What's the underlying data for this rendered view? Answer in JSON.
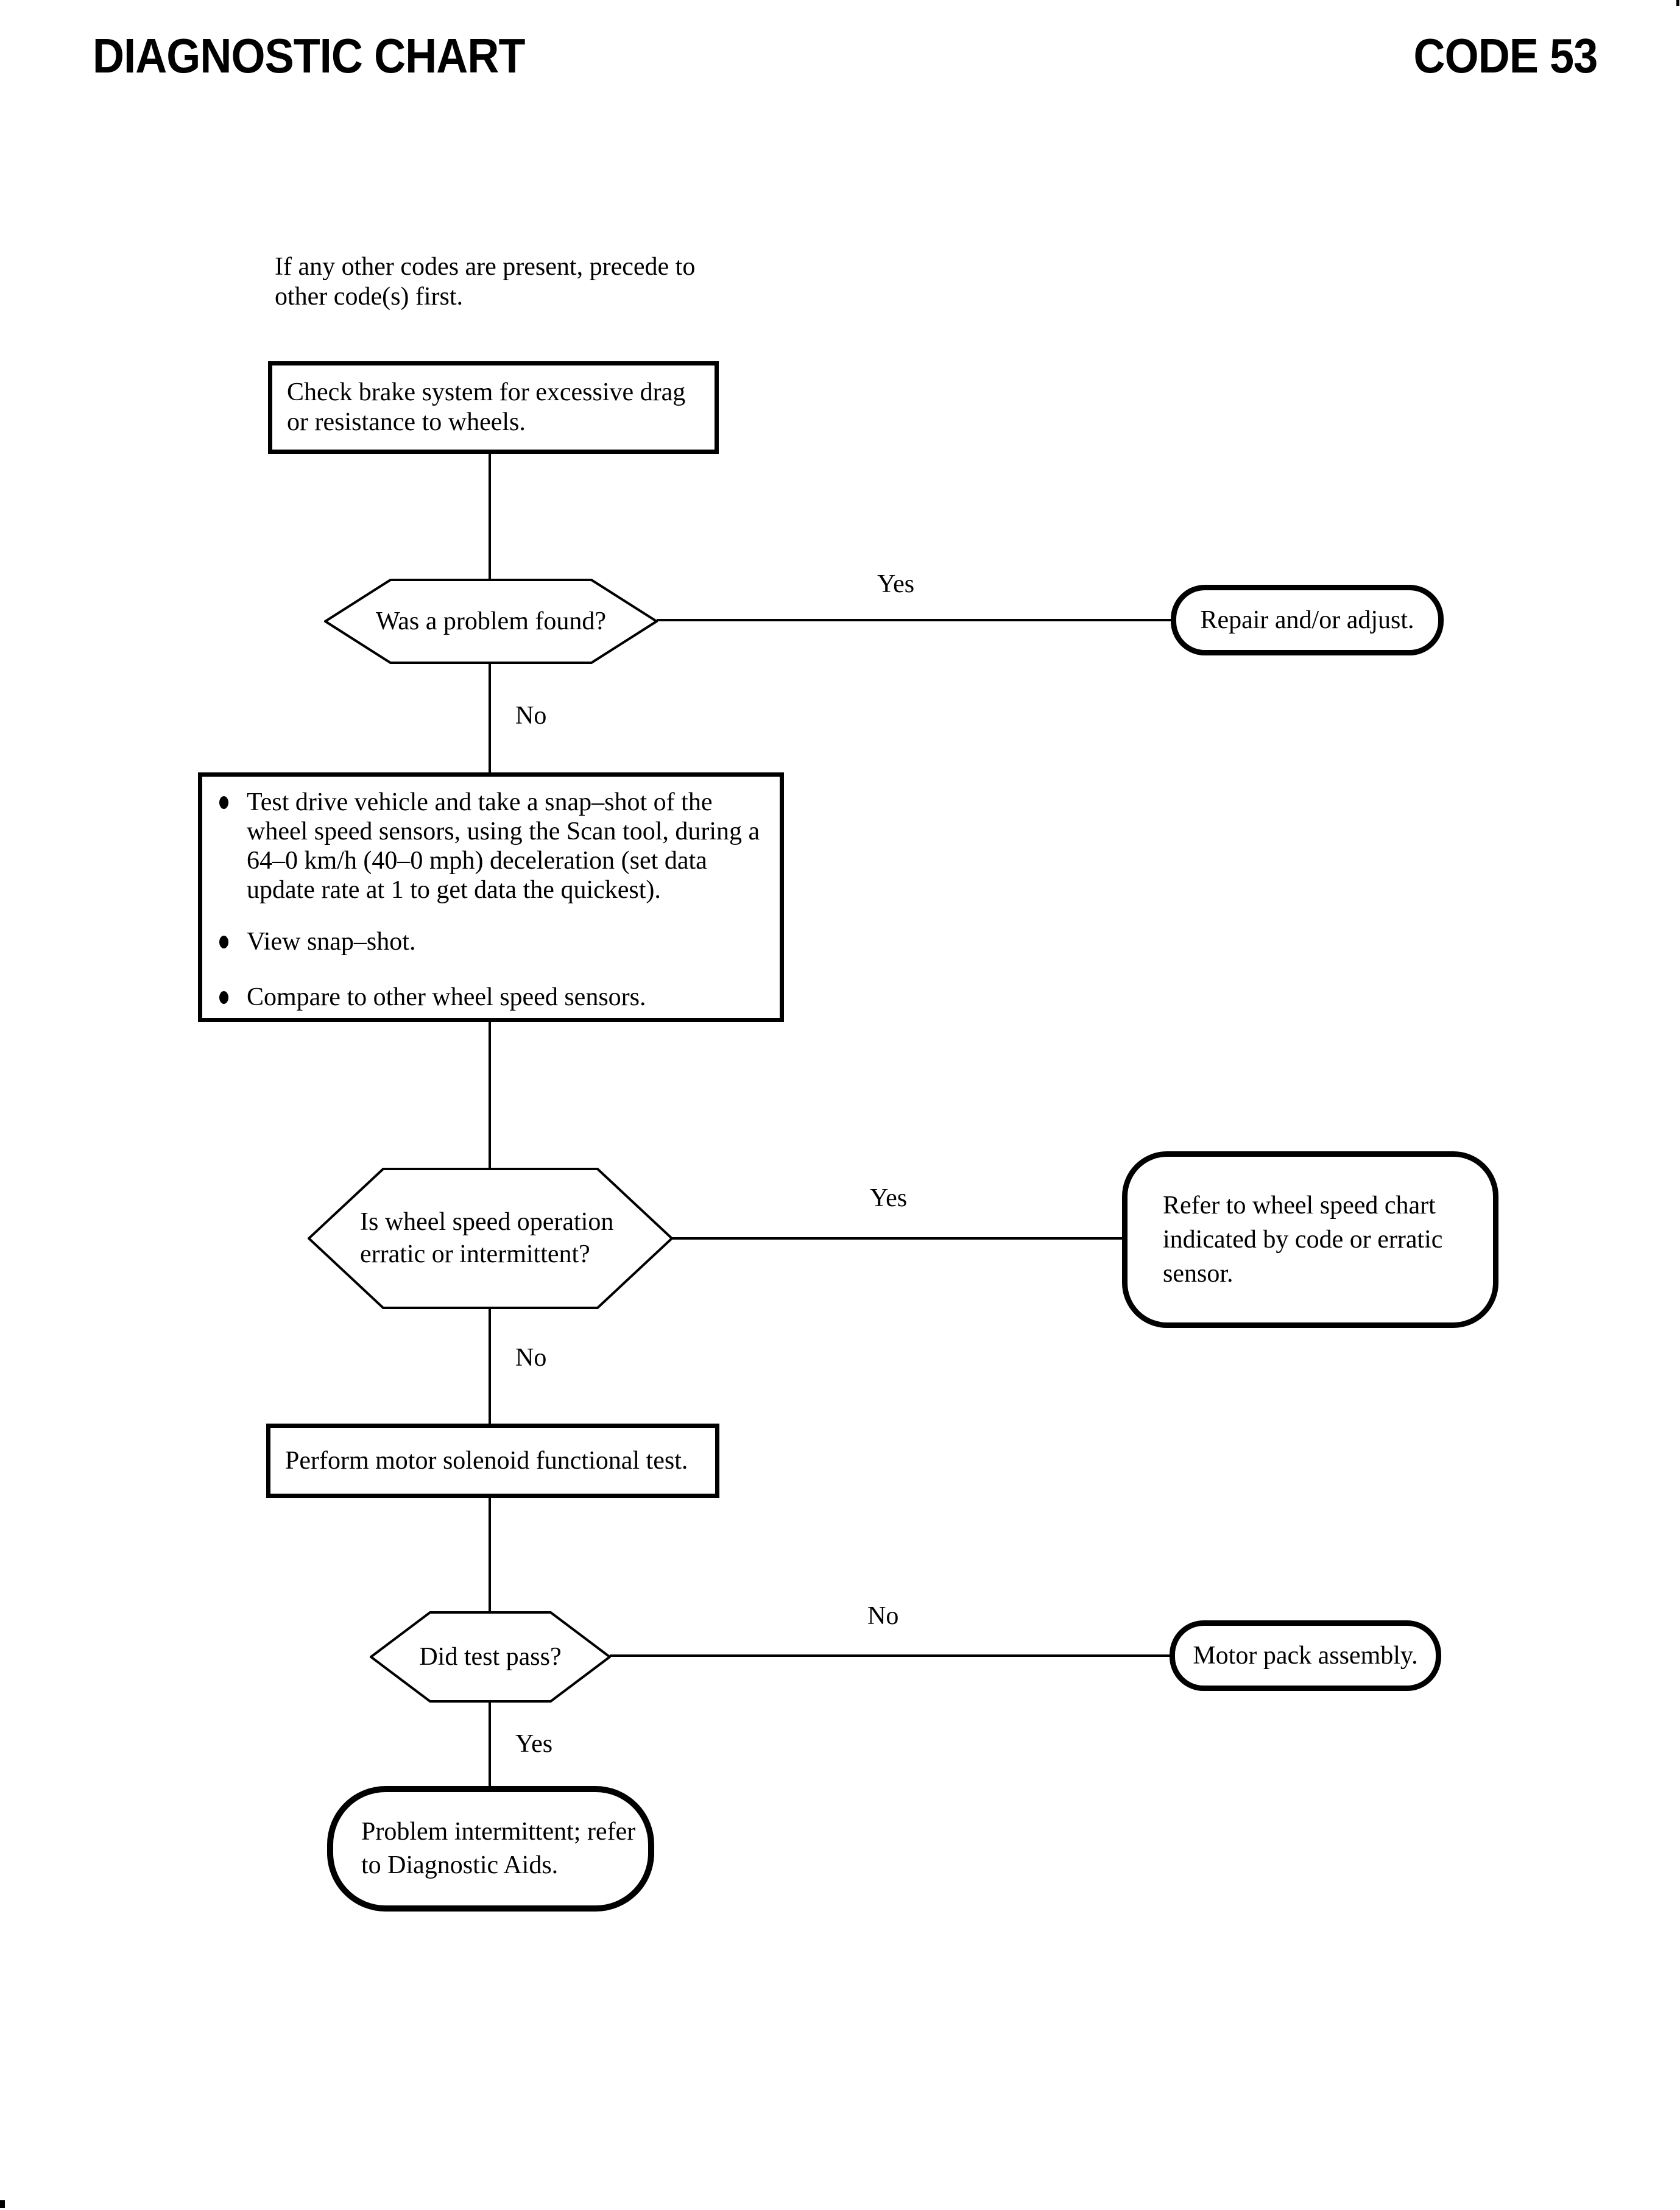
{
  "header": {
    "title_left": "DIAGNOSTIC CHART",
    "title_right": "CODE 53"
  },
  "intro": {
    "text": "If any other codes are present, precede to other code(s) first."
  },
  "labels": {
    "yes": "Yes",
    "no": "No"
  },
  "nodes": {
    "check_brakes": {
      "type": "process",
      "text": "Check brake system for excessive drag or resistance to wheels."
    },
    "problem_found": {
      "type": "decision",
      "text": "Was a problem found?"
    },
    "repair": {
      "type": "terminal",
      "text": "Repair and/or adjust."
    },
    "test_drive": {
      "type": "process",
      "bullets": [
        "Test drive vehicle and take a snap–shot of the wheel speed sensors, using the Scan tool, during a 64–0 km/h (40–0 mph) deceleration (set data update rate at 1 to get data the quickest).",
        "View snap–shot.",
        "Compare to other wheel speed sensors."
      ]
    },
    "erratic": {
      "type": "decision",
      "text": "Is wheel speed operation erratic or intermittent?"
    },
    "refer_chart": {
      "type": "terminal",
      "text": "Refer to wheel speed chart indicated by code or erratic sensor."
    },
    "perform_test": {
      "type": "process",
      "text": "Perform motor solenoid functional test."
    },
    "test_pass": {
      "type": "decision",
      "text": "Did test pass?"
    },
    "motor_pack": {
      "type": "terminal",
      "text": "Motor pack assembly."
    },
    "intermittent": {
      "type": "terminal",
      "text": "Problem intermittent; refer to Diagnostic Aids."
    }
  },
  "edges": [
    {
      "from": "check_brakes",
      "to": "problem_found",
      "label": ""
    },
    {
      "from": "problem_found",
      "to": "repair",
      "label": "Yes"
    },
    {
      "from": "problem_found",
      "to": "test_drive",
      "label": "No"
    },
    {
      "from": "test_drive",
      "to": "erratic",
      "label": ""
    },
    {
      "from": "erratic",
      "to": "refer_chart",
      "label": "Yes"
    },
    {
      "from": "erratic",
      "to": "perform_test",
      "label": "No"
    },
    {
      "from": "perform_test",
      "to": "test_pass",
      "label": ""
    },
    {
      "from": "test_pass",
      "to": "motor_pack",
      "label": "No"
    },
    {
      "from": "test_pass",
      "to": "intermittent",
      "label": "Yes"
    }
  ]
}
